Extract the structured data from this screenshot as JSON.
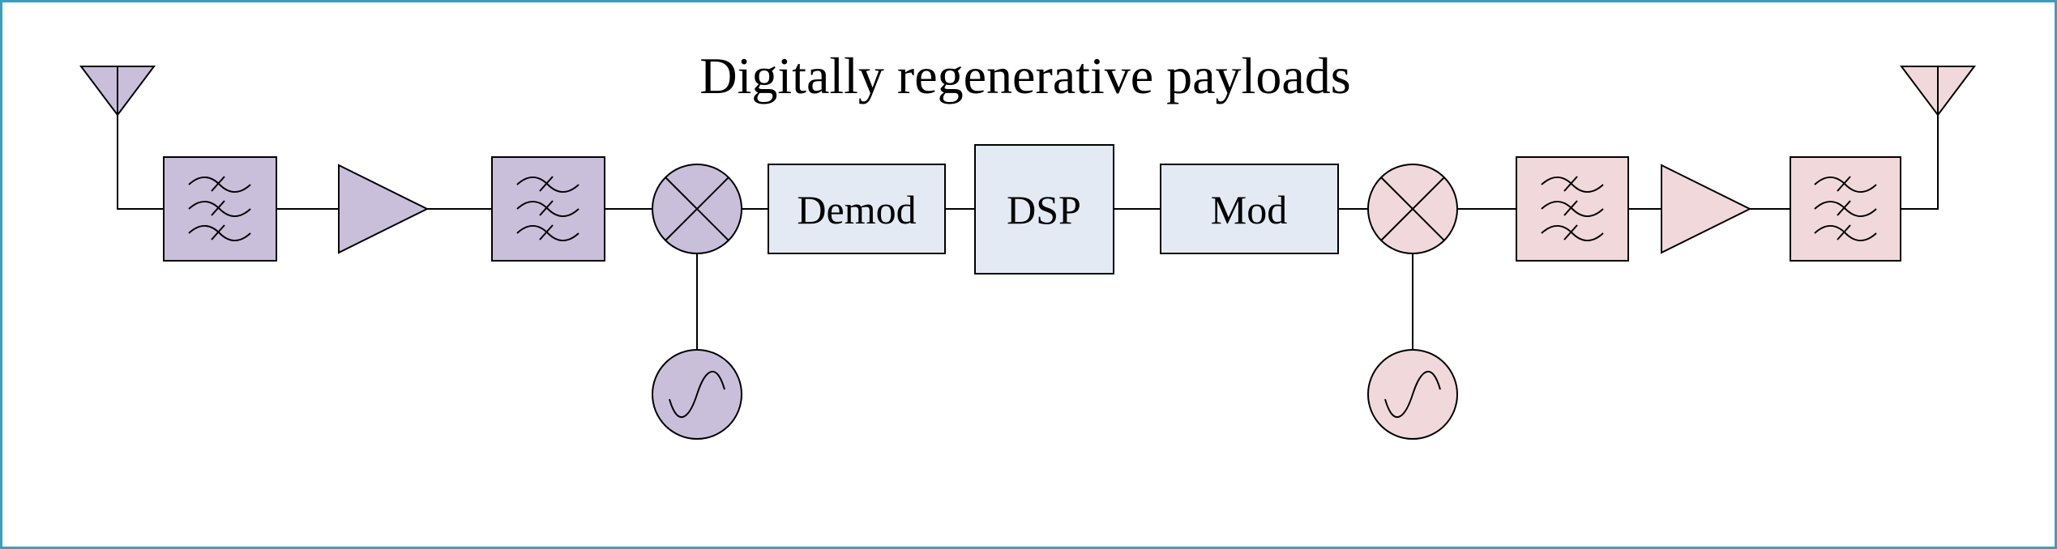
{
  "title": "Digitally regenerative payloads",
  "blocks": {
    "demod": "Demod",
    "dsp": "DSP",
    "mod": "Mod"
  },
  "colors": {
    "receive": "#c9bfdb",
    "transmit": "#f0d8db",
    "digital": "#e3eaf4",
    "border": "#3a9fbf"
  }
}
